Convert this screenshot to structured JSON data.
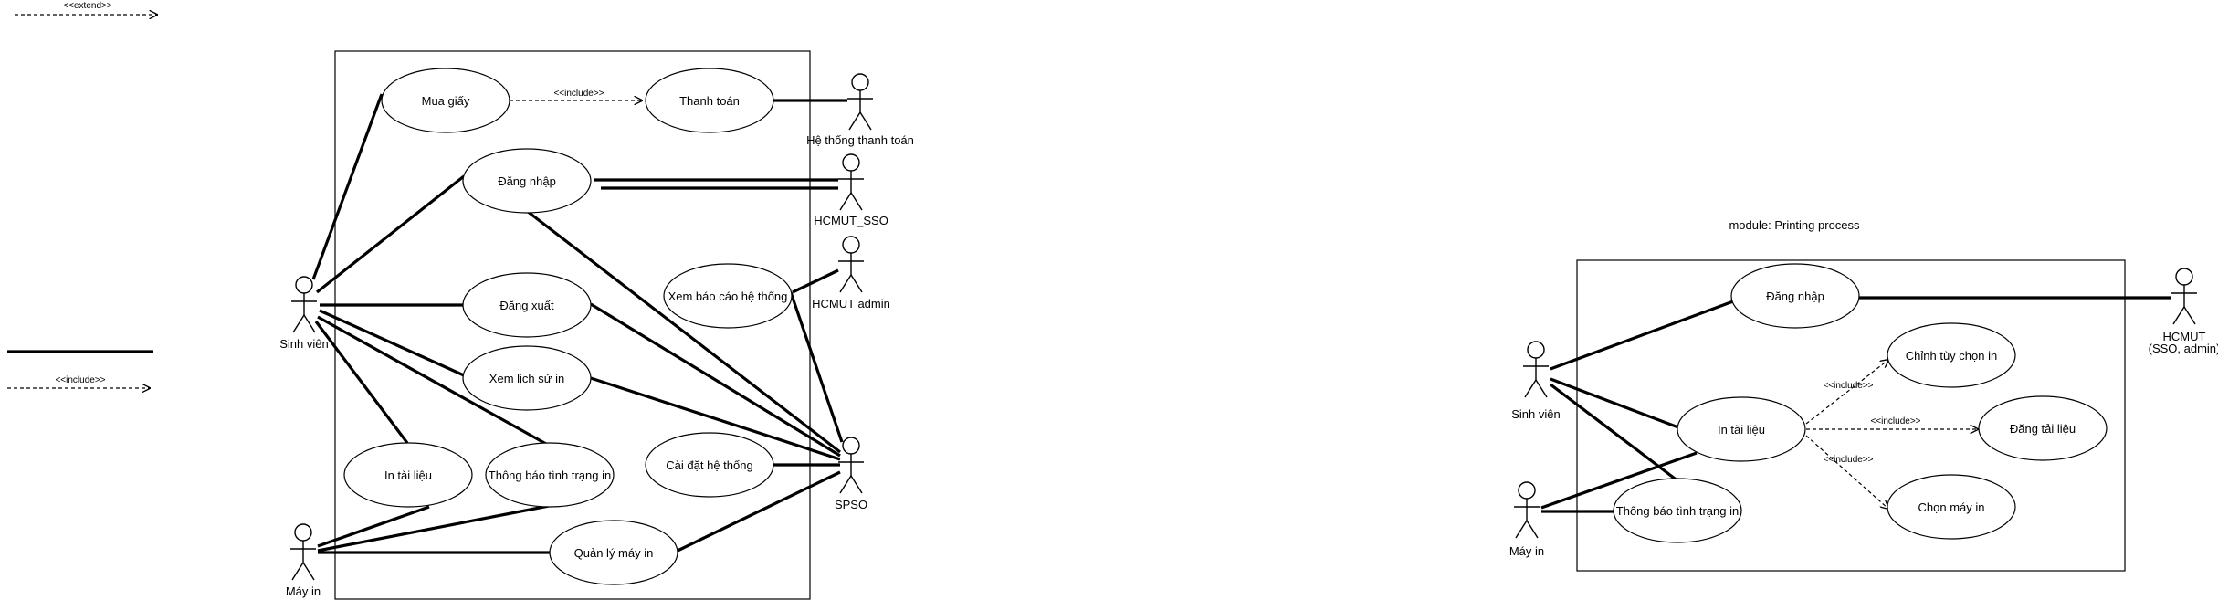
{
  "legend": {
    "extend_label": "<<extend>>",
    "include_label": "<<include>>"
  },
  "diagram1": {
    "actors": {
      "student": "Sinh viên",
      "printer": "Máy in",
      "payment_system": "Hệ thống thanh toán",
      "sso": "HCMUT_SSO",
      "admin": "HCMUT admin",
      "spso": "SPSO"
    },
    "use_cases": {
      "buy_paper": "Mua giấy",
      "payment": "Thanh toán",
      "login": "Đăng nhập",
      "logout": "Đăng xuất",
      "view_history": "Xem lịch sử in",
      "print_docs": "In tài liệu",
      "print_status": "Thông báo tình trạng in",
      "manage_printers": "Quản lý máy in",
      "system_reports": "Xem báo cáo hệ thống",
      "system_settings": "Cài đặt hệ thống"
    },
    "include_label": "<<include>>"
  },
  "diagram2": {
    "title": "module: Printing process",
    "actors": {
      "student": "Sinh viên",
      "printer": "Máy in",
      "hcmut_line1": "HCMUT",
      "hcmut_line2": "(SSO, admin)"
    },
    "use_cases": {
      "login": "Đăng nhập",
      "print_docs": "In tài liệu",
      "print_status": "Thông báo tình trạng in",
      "customize": "Chỉnh tùy chọn in",
      "upload": "Đăng tải liệu",
      "select_printer": "Chọn máy in"
    },
    "include_label": "<<include>>"
  }
}
